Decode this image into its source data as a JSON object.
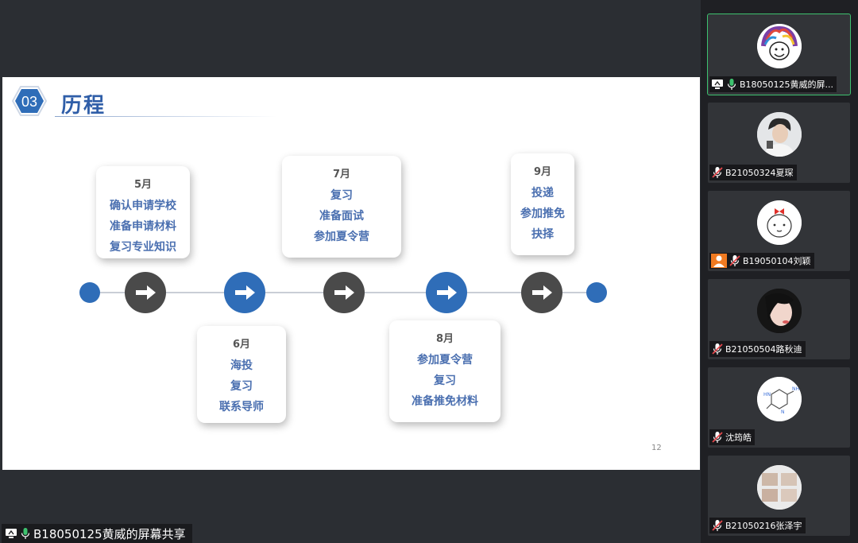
{
  "slide": {
    "section_number": "03",
    "title": "历程",
    "page_number": "12",
    "cards": {
      "may": {
        "month": "5月",
        "lines": [
          "确认申请学校",
          "准备申请材料",
          "复习专业知识"
        ]
      },
      "jun": {
        "month": "6月",
        "lines": [
          "海投",
          "复习",
          "联系导师"
        ]
      },
      "jul": {
        "month": "7月",
        "lines": [
          "复习",
          "准备面试",
          "参加夏令营"
        ]
      },
      "aug": {
        "month": "8月",
        "lines": [
          "参加夏令营",
          "复习",
          "准备推免材料"
        ]
      },
      "sep": {
        "month": "9月",
        "lines": [
          "投递",
          "参加推免",
          "抉择"
        ]
      }
    },
    "colors": {
      "accent_blue": "#2f6db8",
      "dark_gray": "#4a4a4a",
      "text_blue": "#4a6fb0"
    }
  },
  "share_label": {
    "text": "B18050125黄威的屏幕共享",
    "icons": [
      "screen-share-icon",
      "mic-on-icon"
    ]
  },
  "participants": [
    {
      "name": "B18050125黄威的屏...",
      "mic": "on",
      "sharing": true,
      "active": true
    },
    {
      "name": "B21050324夏琛",
      "mic": "muted"
    },
    {
      "name": "B19050104刘颖",
      "mic": "muted",
      "badge": "person-icon"
    },
    {
      "name": "B21050504路秋迪",
      "mic": "muted"
    },
    {
      "name": "沈筠皓",
      "mic": "muted"
    },
    {
      "name": "B21050216张泽宇",
      "mic": "muted"
    }
  ]
}
